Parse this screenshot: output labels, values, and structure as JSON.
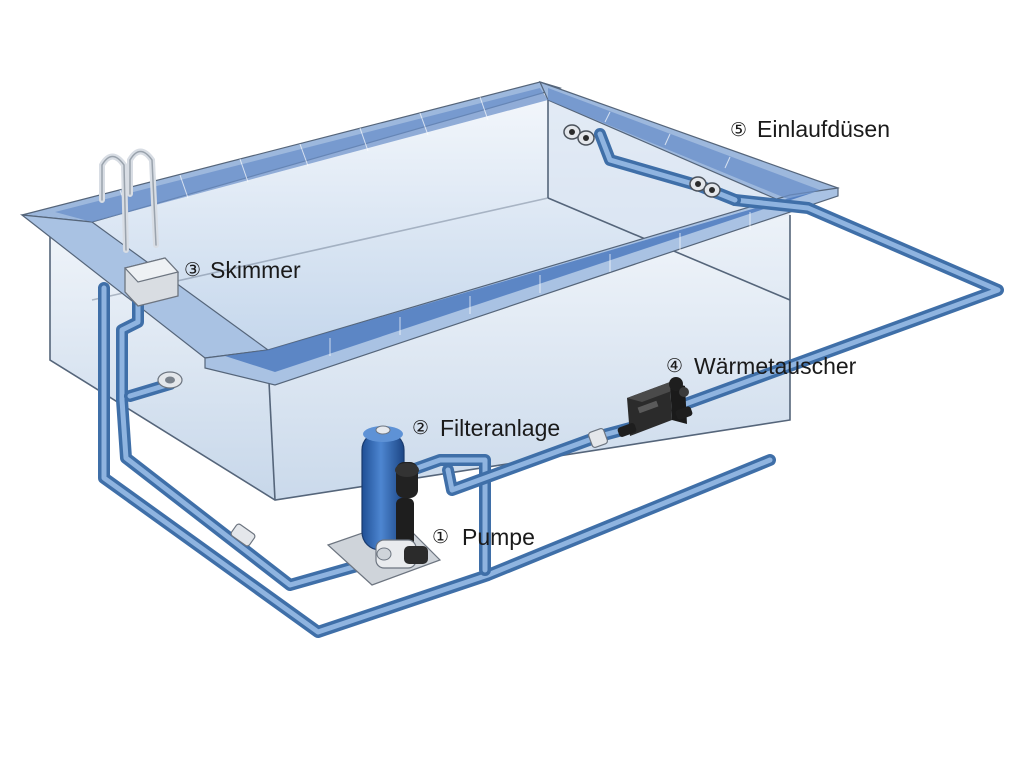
{
  "labels": {
    "pump": {
      "number": "①",
      "text": "Pumpe"
    },
    "filter": {
      "number": "②",
      "text": "Filteranlage"
    },
    "skimmer": {
      "number": "③",
      "text": "Skimmer"
    },
    "heat_exchanger": {
      "number": "④",
      "text": "Wärmetauscher"
    },
    "inlet_nozzles": {
      "number": "⑤",
      "text": "Einlaufdüsen"
    }
  },
  "colors": {
    "pipe": "#3f6fa8",
    "pipe_highlight": "#8fb4e0",
    "water": "#d7e4f2",
    "tile_dark": "#5f86c4",
    "tile_light": "#e6eef8",
    "filter_tank": "#2f64b0",
    "heat_exchanger": "#2b2b2b"
  },
  "icons": [
    "pool-ladder-icon",
    "skimmer-icon",
    "sand-filter-icon",
    "pump-icon",
    "heat-exchanger-icon",
    "inlet-nozzle-icon",
    "valve-icon"
  ]
}
